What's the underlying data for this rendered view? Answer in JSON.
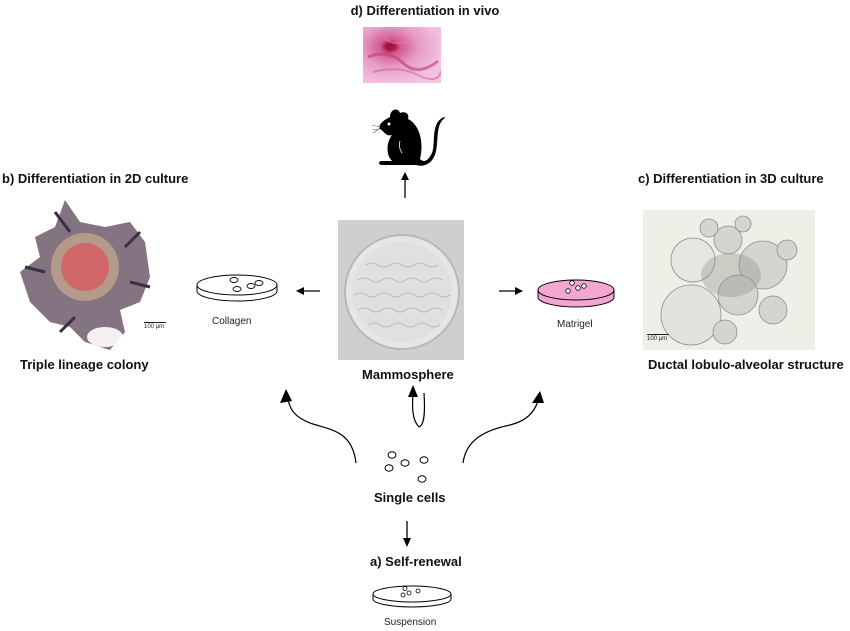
{
  "sections": {
    "self_renewal": {
      "heading": "a) Self-renewal",
      "dish_label": "Suspension"
    },
    "diff_2d": {
      "heading": "b) Differentiation in 2D culture",
      "dish_label": "Collagen",
      "result_caption": "Triple lineage colony",
      "scale_bar": "100 µm"
    },
    "diff_3d": {
      "heading": "c) Differentiation in 3D culture",
      "dish_label": "Matrigel",
      "result_caption": "Ductal lobulo-alveolar structure",
      "scale_bar": "100 µm"
    },
    "diff_in_vivo": {
      "heading": "d) Differentiation in vivo"
    }
  },
  "center": {
    "label": "Mammosphere"
  },
  "origin": {
    "label": "Single cells"
  },
  "icons": {
    "mouse": "mouse-icon",
    "dish": "petri-dish-icon",
    "arrow": "arrow-icon"
  },
  "colors": {
    "matrigel_pink": "#f4a6d2",
    "stain_red": "#c8566a",
    "in_vivo_pink": "#d9679f"
  }
}
